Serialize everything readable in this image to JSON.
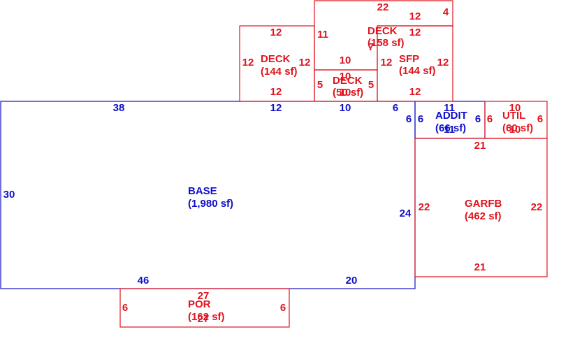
{
  "colors": {
    "main": "#1010c8",
    "addition": "#e0141e",
    "background": "#ffffff"
  },
  "areas": [
    {
      "id": "base",
      "code": "BASE",
      "area": "(1,980 sf)",
      "color": "main",
      "dims": [
        "38",
        "12",
        "10",
        "6",
        "6",
        "24",
        "20",
        "46",
        "30"
      ]
    },
    {
      "id": "addit",
      "code": "ADDIT",
      "area": "(66 sf)",
      "color": "main",
      "dims": [
        "11",
        "6",
        "6",
        "11"
      ]
    },
    {
      "id": "util",
      "code": "UTIL",
      "area": "(60 sf)",
      "color": "addition",
      "dims": [
        "10",
        "6",
        "6",
        "10"
      ]
    },
    {
      "id": "garfb",
      "code": "GARFB",
      "area": "(462 sf)",
      "color": "addition",
      "dims": [
        "21",
        "22",
        "22",
        "21"
      ]
    },
    {
      "id": "por",
      "code": "POR",
      "area": "(162 sf)",
      "color": "addition",
      "dims": [
        "27",
        "6",
        "6",
        "27"
      ]
    },
    {
      "id": "deck-144",
      "code": "DECK",
      "area": "(144 sf)",
      "color": "addition",
      "dims": [
        "12",
        "12",
        "12",
        "12"
      ]
    },
    {
      "id": "deck-158",
      "code": "DECK",
      "area": "(158 sf)",
      "color": "addition",
      "dims": [
        "22",
        "4",
        "11",
        "10",
        "7"
      ]
    },
    {
      "id": "deck-50",
      "code": "DECK",
      "area": "(50 sf)",
      "color": "addition",
      "dims": [
        "10",
        "5",
        "5",
        "10"
      ]
    },
    {
      "id": "sfp",
      "code": "SFP",
      "area": "(144 sf)",
      "color": "addition",
      "dims": [
        "12",
        "12",
        "12",
        "12"
      ]
    }
  ]
}
